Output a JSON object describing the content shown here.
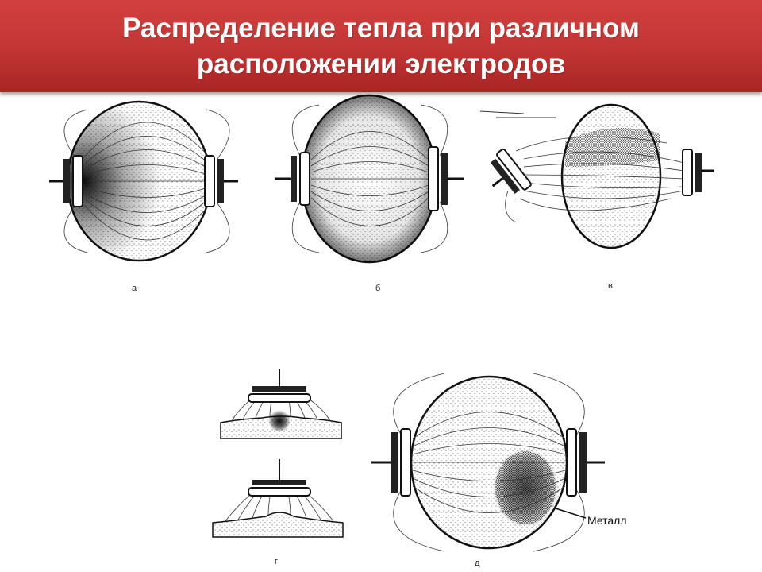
{
  "slide": {
    "title_line1": "Распределение тепла при различном",
    "title_line2": "расположении электродов",
    "accent_color": "#c23534"
  },
  "figure": {
    "labels": {
      "a": "а",
      "b": "б",
      "v": "в",
      "g": "г",
      "d": "д"
    },
    "metal_label": "Металл"
  }
}
